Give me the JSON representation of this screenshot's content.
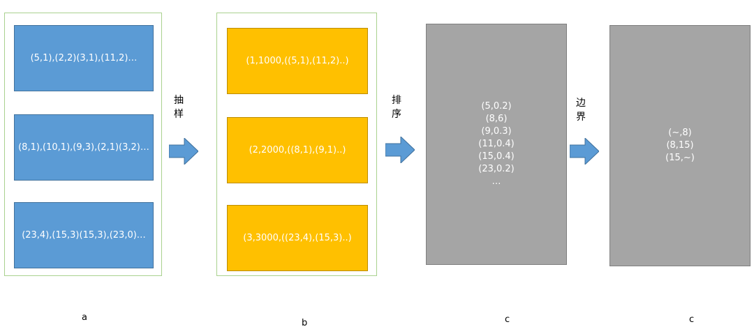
{
  "stage_a": {
    "boxes": [
      "(5,1),(2,2)(3,1),(11,2)…",
      "(8,1),(10,1),(9,3),(2,1)(3,2)…",
      "(23,4),(15,3)(15,3),(23,0)…"
    ],
    "caption": "a"
  },
  "stage_b": {
    "boxes": [
      "(1,1000,((5,1),(11,2)..)",
      "(2,2000,((8,1),(9,1)..)",
      "(3,3000,((23,4),(15,3)..)"
    ],
    "caption": "b"
  },
  "stage_c": {
    "lines": [
      "(5,0.2)",
      "(8,6)",
      "(9,0.3)",
      "(11,0.4)",
      "(15,0.4)",
      "(23,0.2)",
      "…"
    ],
    "caption": "c"
  },
  "stage_d": {
    "lines": [
      "(~,8)",
      "(8,15)",
      "(15,~)"
    ],
    "caption": "c"
  },
  "step_labels": {
    "sample": [
      "抽",
      "样"
    ],
    "sort": [
      "排",
      "序"
    ],
    "boundary": [
      "边",
      "界"
    ]
  },
  "colors": {
    "blue": "#5b9bd5",
    "gold": "#ffc000",
    "gray": "#a5a5a5",
    "green_border": "#a9d18e",
    "arrow": "#5b9bd5"
  }
}
